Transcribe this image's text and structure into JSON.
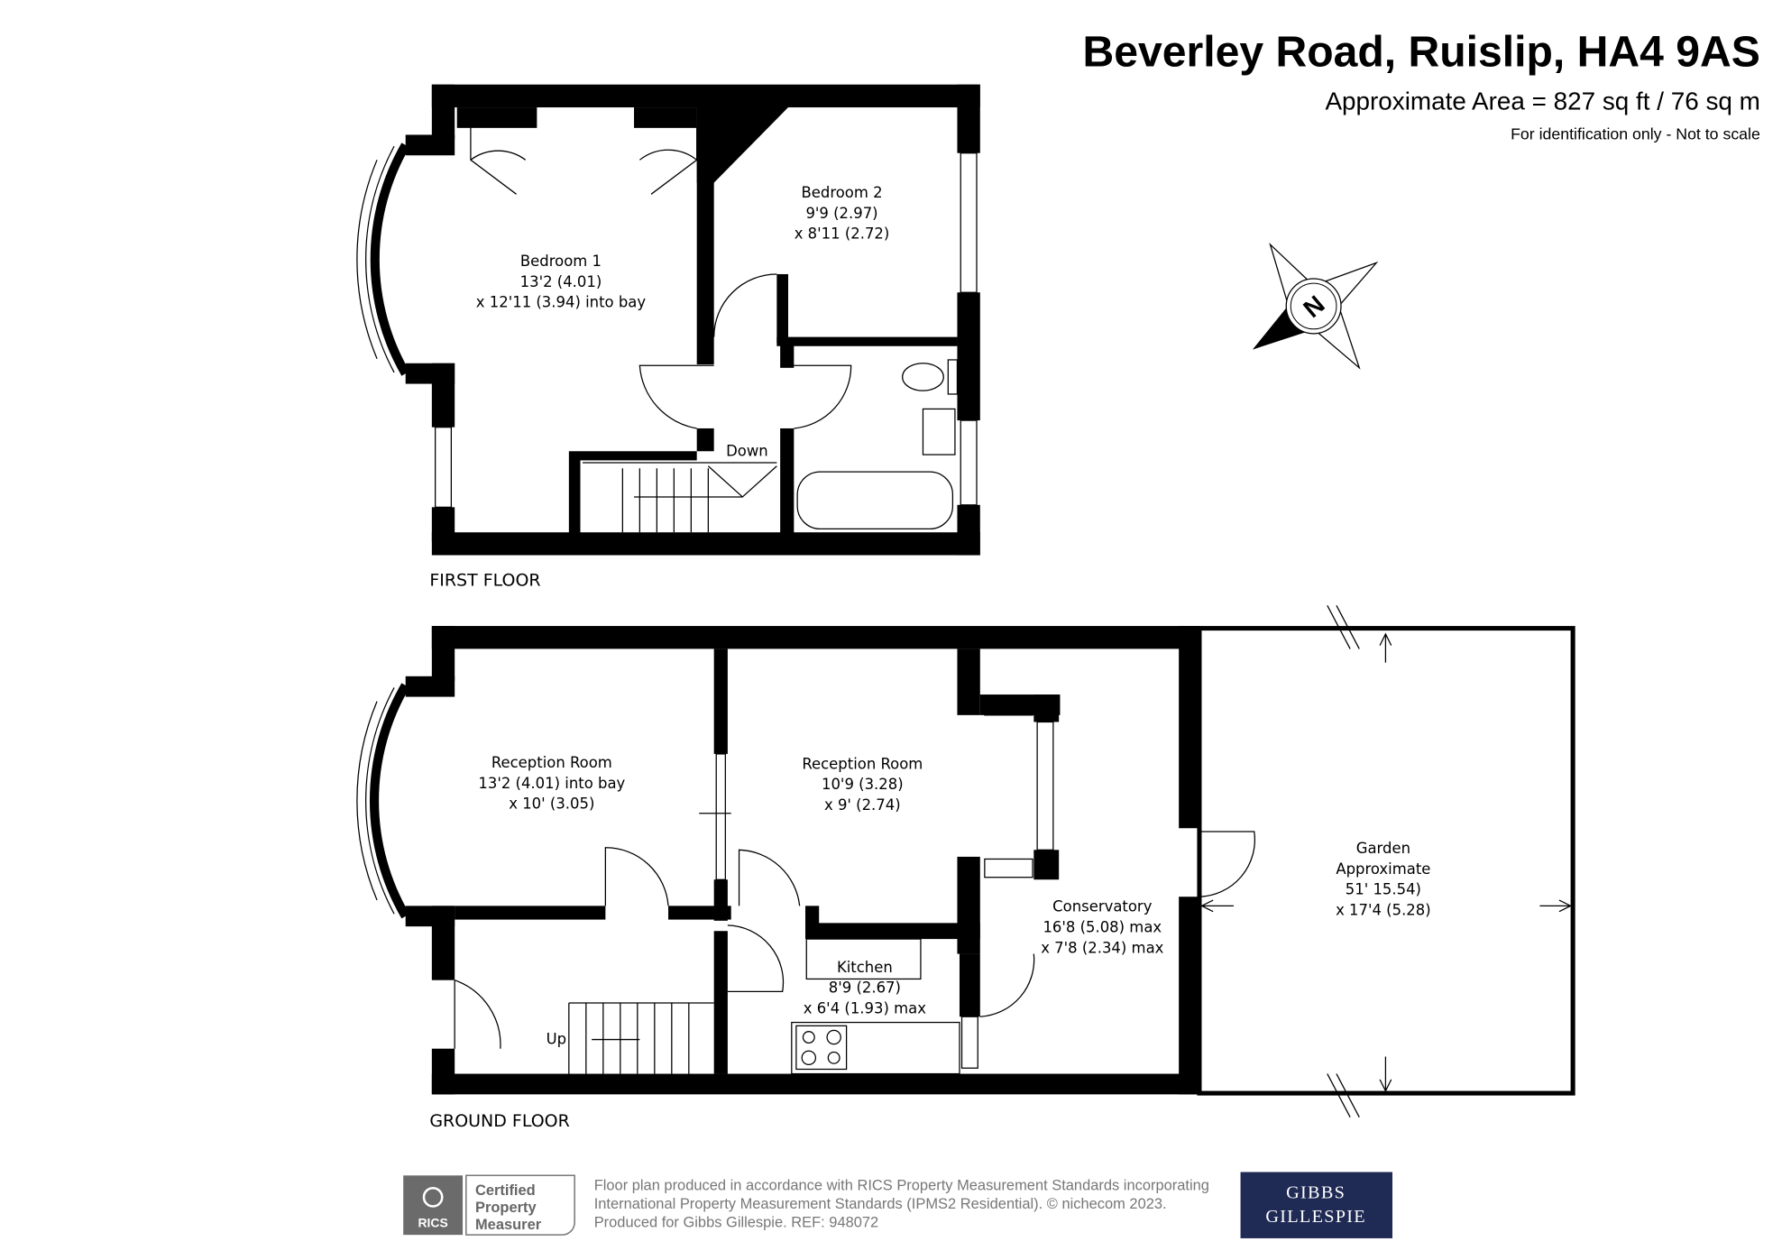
{
  "header": {
    "title": "Beverley Road, Ruislip, HA4 9AS",
    "area": "Approximate Area = 827 sq ft / 76 sq m",
    "note": "For identification only - Not to scale"
  },
  "compass": {
    "label": "N"
  },
  "first_floor": {
    "label": "FIRST FLOOR",
    "stairs_label": "Down",
    "rooms": [
      {
        "name": "Bedroom 1",
        "dim1": "13'2 (4.01)",
        "dim2": "x 12'11 (3.94) into bay"
      },
      {
        "name": "Bedroom 2",
        "dim1": "9'9 (2.97)",
        "dim2": "x 8'11 (2.72)"
      }
    ]
  },
  "ground_floor": {
    "label": "GROUND FLOOR",
    "stairs_label": "Up",
    "rooms": [
      {
        "name": "Reception Room",
        "dim1": "13'2 (4.01) into bay",
        "dim2": "x 10' (3.05)"
      },
      {
        "name": "Reception Room",
        "dim1": "10'9 (3.28)",
        "dim2": "x 9' (2.74)"
      },
      {
        "name": "Kitchen",
        "dim1": "8'9 (2.67)",
        "dim2": "x 6'4 (1.93) max"
      },
      {
        "name": "Conservatory",
        "dim1": "16'8 (5.08) max",
        "dim2": "x 7'8 (2.34) max"
      },
      {
        "name": "Garden",
        "dim0": "Approximate",
        "dim1": "51' 15.54)",
        "dim2": "x 17'4 (5.28)"
      }
    ]
  },
  "footer": {
    "rics_logo": "RICS",
    "cert_lines": [
      "Certified",
      "Property",
      "Measurer"
    ],
    "text_lines": [
      "Floor plan produced in accordance with RICS Property Measurement Standards incorporating",
      "International Property Measurement Standards (IPMS2 Residential).   © nichecom 2023.",
      "Produced for Gibbs Gillespie.   REF:  948072"
    ],
    "brand_lines": [
      "GIBBS",
      "GILLESPIE"
    ],
    "brand_color": "#1f2a55"
  }
}
